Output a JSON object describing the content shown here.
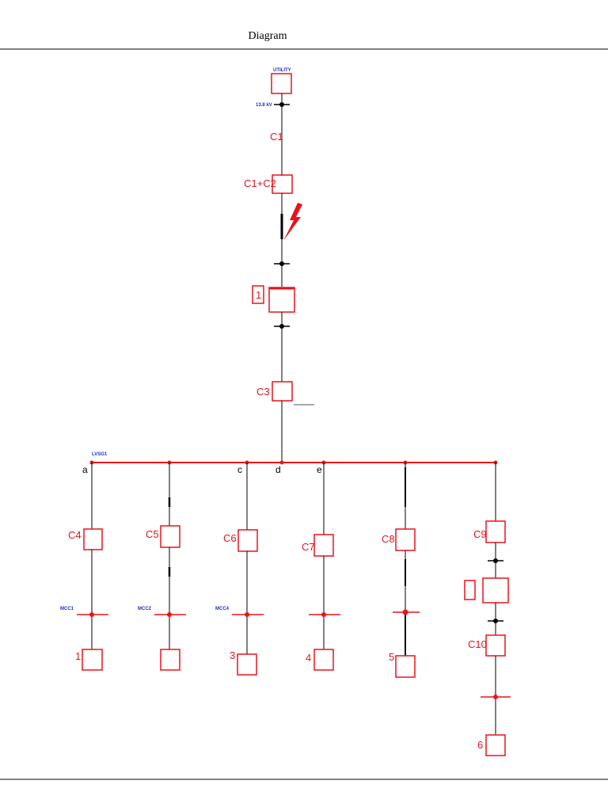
{
  "header": {
    "title": "Diagram"
  },
  "colors": {
    "element": "#e8141b",
    "bus": "#e8141b",
    "line": "#000000",
    "bus_label": "#1f2ec9"
  },
  "utility": {
    "label": "UTILITY",
    "voltage": "13.8 kV"
  },
  "upper": {
    "cable_c1": "C1",
    "cable_c1c2": "C1+C2",
    "transformer_tag": "1",
    "cable_c3": "C3"
  },
  "main_bus": {
    "label": "LVSG1"
  },
  "branches": [
    {
      "letter": "a",
      "cable": "C4",
      "bus": "MCC1",
      "load": "1"
    },
    {
      "letter": "",
      "cable": "C5",
      "bus": "MCC2",
      "load": ""
    },
    {
      "letter": "c",
      "cable": "C6",
      "bus": "MCC4",
      "load": "3"
    },
    {
      "letter": "d",
      "cable": "",
      "bus": "",
      "load": ""
    },
    {
      "letter": "e",
      "cable": "C7",
      "bus": "",
      "load": "4"
    },
    {
      "letter": "",
      "cable": "C8",
      "bus": "",
      "load": "5"
    },
    {
      "letter": "",
      "cable": "C9",
      "bus": "",
      "load": ""
    }
  ],
  "branch_g": {
    "cable_lower": "C10",
    "load": "6"
  },
  "icons": {
    "fault": "lightning-fault-icon"
  }
}
